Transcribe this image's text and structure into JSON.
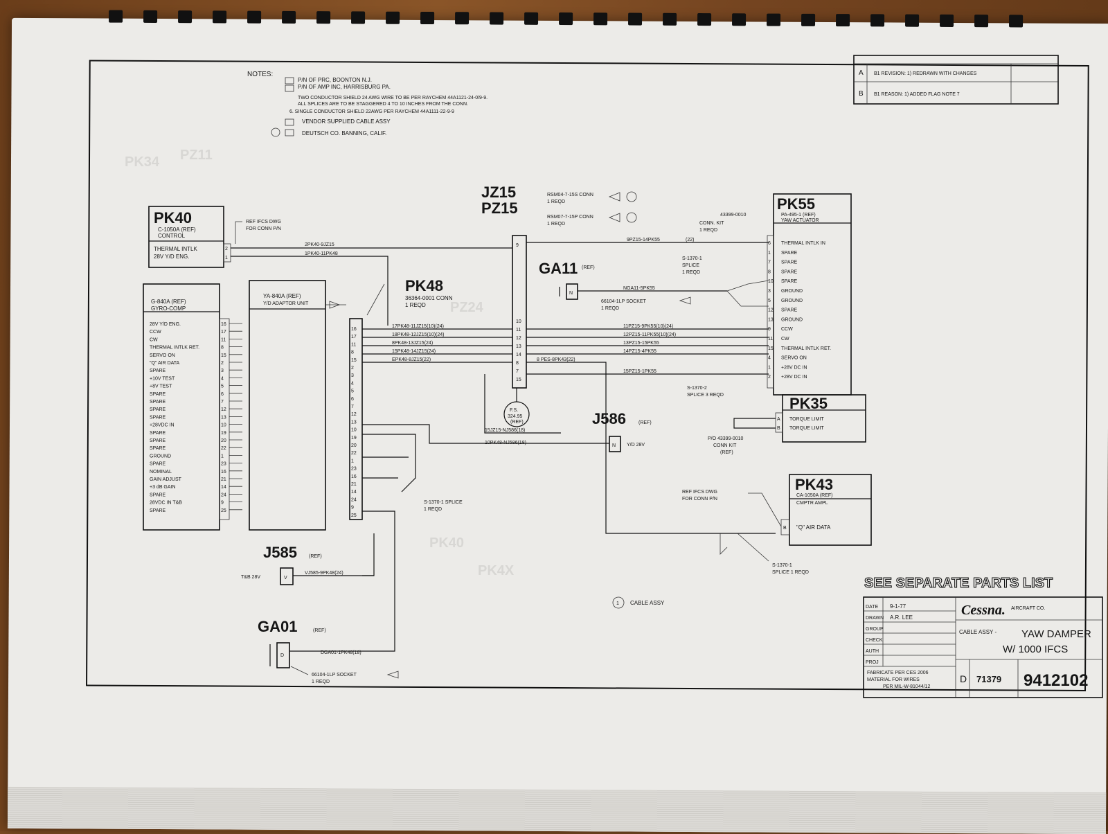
{
  "notes": {
    "heading": "NOTES:",
    "lines": [
      "P/N OF PRC, BOONTON N.J.",
      "P/N OF AMP INC, HARRISBURG PA.",
      "TWO CONDUCTOR SHIELD 24 AWG WIRE TO BE PER RAYCHEM 44A1121-24-0/9-9.",
      "ALL SPLICES ARE TO BE STAGGERED 4 TO 10 INCHES FROM THE CONN.",
      "6. SINGLE CONDUCTOR SHIELD 22AWG PER RAYCHEM 44A1111-22-9-9",
      "VENDOR SUPPLIED CABLE ASSY",
      "DEUTSCH CO. BANNING, CALIF."
    ]
  },
  "revisions": [
    {
      "rev": "A",
      "text": "B1 REVISION: 1) REDRAWN WITH CHANGES"
    },
    {
      "rev": "B",
      "text": "B1 REASON: 1) ADDED FLAG NOTE 7"
    }
  ],
  "components": {
    "pk40": {
      "name": "PK40",
      "sub": "C-1050A (REF)",
      "sub2": "CONTROL",
      "pins_label": "THERMAL INTLK",
      "pins_label2": "28V Y/D ENG.",
      "ref": "REF IFCS DWG",
      "ref2": "FOR CONN P/N"
    },
    "gyro": {
      "sub": "G-840A (REF)",
      "sub2": "GYRO-COMP"
    },
    "adaptor": {
      "sub": "YA-840A (REF)",
      "sub2": "Y/D ADAPTOR UNIT"
    },
    "pk48": {
      "name": "PK48",
      "sub": "36364-0001 CONN",
      "sub2": "1 REQD"
    },
    "jz15": {
      "name": "JZ15",
      "desc": "RSM04-7-15S CONN",
      "desc2": "1 REQD"
    },
    "pz15": {
      "name": "PZ15",
      "desc": "RSM07-7-15P CONN",
      "desc2": "1 REQD"
    },
    "ga11": {
      "name": "GA11",
      "ref": "(REF)",
      "socket": "66104-1LP SOCKET",
      "socket2": "1 REQD",
      "wire": "NGA11-5PK55"
    },
    "pk55": {
      "name": "PK55",
      "sub": "PA-495-1 (REF)",
      "sub2": "YAW ACTUATOR",
      "kit": "43399-0010",
      "kit2": "CONN. KIT",
      "kit3": "1 REQD"
    },
    "pk35": {
      "name": "PK35",
      "kit": "P/O 43399-0010",
      "kit2": "CONN KIT",
      "kit3": "(REF)"
    },
    "j586": {
      "name": "J586",
      "ref": "(REF)",
      "label": "Y/D 28V"
    },
    "pk43": {
      "name": "PK43",
      "sub": "CA-1050A (REF)",
      "sub2": "CMPTR AMPL",
      "pin": "\"Q\" AIR DATA",
      "ref": "REF IFCS DWG",
      "ref2": "FOR CONN P/N"
    },
    "j585": {
      "name": "J585",
      "ref": "(REF)",
      "label": "T&B 28V",
      "wire": "VJ585-9PK48(24)"
    },
    "ga01": {
      "name": "GA01",
      "ref": "(REF)",
      "wire": "DGA01-1PK48(18)",
      "socket": "66104-1LP SOCKET",
      "socket2": "1 REQD"
    },
    "fs": {
      "label": "F.S.",
      "value": "324.95",
      "ref": "(REF)"
    }
  },
  "gyro_pins": [
    {
      "label": "28V Y/D ENG.",
      "pin": "16"
    },
    {
      "label": "CCW",
      "pin": "17"
    },
    {
      "label": "CW",
      "pin": "11"
    },
    {
      "label": "THERMAL INTLK RET.",
      "pin": "8"
    },
    {
      "label": "SERVO ON",
      "pin": "15"
    },
    {
      "label": "\"Q\" AIR DATA",
      "pin": "2"
    },
    {
      "label": "SPARE",
      "pin": "3"
    },
    {
      "label": "+10V TEST",
      "pin": "4"
    },
    {
      "label": "+8V TEST",
      "pin": "5"
    },
    {
      "label": "SPARE",
      "pin": "6"
    },
    {
      "label": "SPARE",
      "pin": "7"
    },
    {
      "label": "SPARE",
      "pin": "12"
    },
    {
      "label": "SPARE",
      "pin": "13"
    },
    {
      "label": "+28VDC IN",
      "pin": "10"
    },
    {
      "label": "SPARE",
      "pin": "19"
    },
    {
      "label": "SPARE",
      "pin": "20"
    },
    {
      "label": "SPARE",
      "pin": "22"
    },
    {
      "label": "GROUND",
      "pin": "1"
    },
    {
      "label": "SPARE",
      "pin": "23"
    },
    {
      "label": "NOMINAL",
      "pin": "16"
    },
    {
      "label": "GAIN ADJUST",
      "pin": "21"
    },
    {
      "label": "+3 dB GAIN",
      "pin": "14"
    },
    {
      "label": "SPARE",
      "pin": "24"
    },
    {
      "label": "28VDC IN T&B",
      "pin": "9"
    },
    {
      "label": "SPARE",
      "pin": "25"
    }
  ],
  "pk55_pins": [
    {
      "pin": "6",
      "label": "THERMAL INTLK IN"
    },
    {
      "pin": "1",
      "label": "SPARE"
    },
    {
      "pin": "7",
      "label": "SPARE"
    },
    {
      "pin": "8",
      "label": "SPARE"
    },
    {
      "pin": "10",
      "label": "SPARE"
    },
    {
      "pin": "3",
      "label": "GROUND"
    },
    {
      "pin": "5",
      "label": "GROUND"
    },
    {
      "pin": "12",
      "label": "SPARE"
    },
    {
      "pin": "13",
      "label": "GROUND"
    },
    {
      "pin": "9",
      "label": "CCW"
    },
    {
      "pin": "11",
      "label": "CW"
    },
    {
      "pin": "15",
      "label": "THERMAL INTLK RET."
    },
    {
      "pin": "4",
      "label": "SERVO ON"
    },
    {
      "pin": "1",
      "label": "+28V DC IN"
    },
    {
      "pin": "2",
      "label": "+28V DC IN"
    }
  ],
  "pk35_pins": [
    {
      "pin": "A",
      "label": "TORQUE LIMIT"
    },
    {
      "pin": "B",
      "label": "TORQUE LIMIT"
    }
  ],
  "wires": {
    "top1": "2PK40-9JZ15",
    "top2": "1PK40-11PK48",
    "w1": "17PK48-11JZ15(10)(24)",
    "w2": "18PK48-12JZ15(10)(24)",
    "w3": "8PK48-13JZ15(24)",
    "w4": "15PK48-14JZ15(24)",
    "w5": "EPK48-8JZ15(22)",
    "r0": "9PZ15-14PK55",
    "r0g": "(22)",
    "r1": "11PZ15-9PK55(10)(24)",
    "r2": "12PZ15-11PK55(10)(24)",
    "r3": "13PZ15-15PK55",
    "r4": "14PZ15-4PK55",
    "r5": "15PZ15-1PK55",
    "pes": "8 PES-8PK43(22)",
    "nj1": "15JZ15-NJ586(18)",
    "nj2": "10PK48-NJ586(18)",
    "splice1": "S-1370-1",
    "splice1b": "SPLICE",
    "splice1c": "1 REQD",
    "splice2": "S-1370-2",
    "splice2b": "SPLICE 3 REQD",
    "splice3": "S-1370-1 SPLICE",
    "splice3b": "1 REQD",
    "splice4": "S-1370-1",
    "splice4b": "SPLICE 1 REQD",
    "cable": "CABLE ASSY"
  },
  "title_block": {
    "parts_list": "SEE SEPARATE PARTS LIST",
    "brand": "Cessna.",
    "brand_sub": "AIRCRAFT CO.",
    "date": "9-1-77",
    "drawn": "A.R. LEE",
    "title_label": "CABLE ASSY -",
    "title": "YAW DAMPER",
    "title2": "W/ 1000 IFCS",
    "size": "D",
    "code": "71379",
    "dwg_no": "9412102",
    "fab": "FABRICATE PER CES 2006",
    "material": "MATERIAL FOR WIRES",
    "spec": "PER MIL-W-81044/12",
    "rows": [
      "DATE",
      "DRAWN",
      "GROUP",
      "CHECK",
      "AUTH",
      "PROJ"
    ]
  }
}
